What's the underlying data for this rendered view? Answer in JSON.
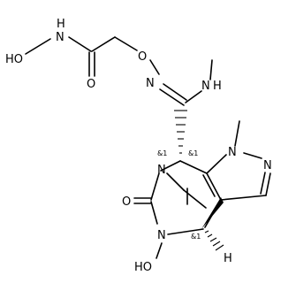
{
  "molecule": {
    "atom_labels": {
      "nh_hydroxamic_n": "N",
      "nh_hydroxamic_h": "H",
      "ho_top": "HO",
      "carbonyl_o_top": "O",
      "oxime_o": "O",
      "imine_n": "N",
      "amidine_nh_n": "N",
      "amidine_nh_h": "H",
      "pyrazole_n1": "N",
      "pyrazole_n2": "N",
      "bridge_n": "N",
      "carbonyl_o_bottom": "O",
      "urea_n": "N",
      "ho_bottom": "HO",
      "bridgehead_h": "H"
    },
    "stereo_labels": {
      "s1": "&1",
      "s2": "&1",
      "s3": "&1"
    }
  }
}
